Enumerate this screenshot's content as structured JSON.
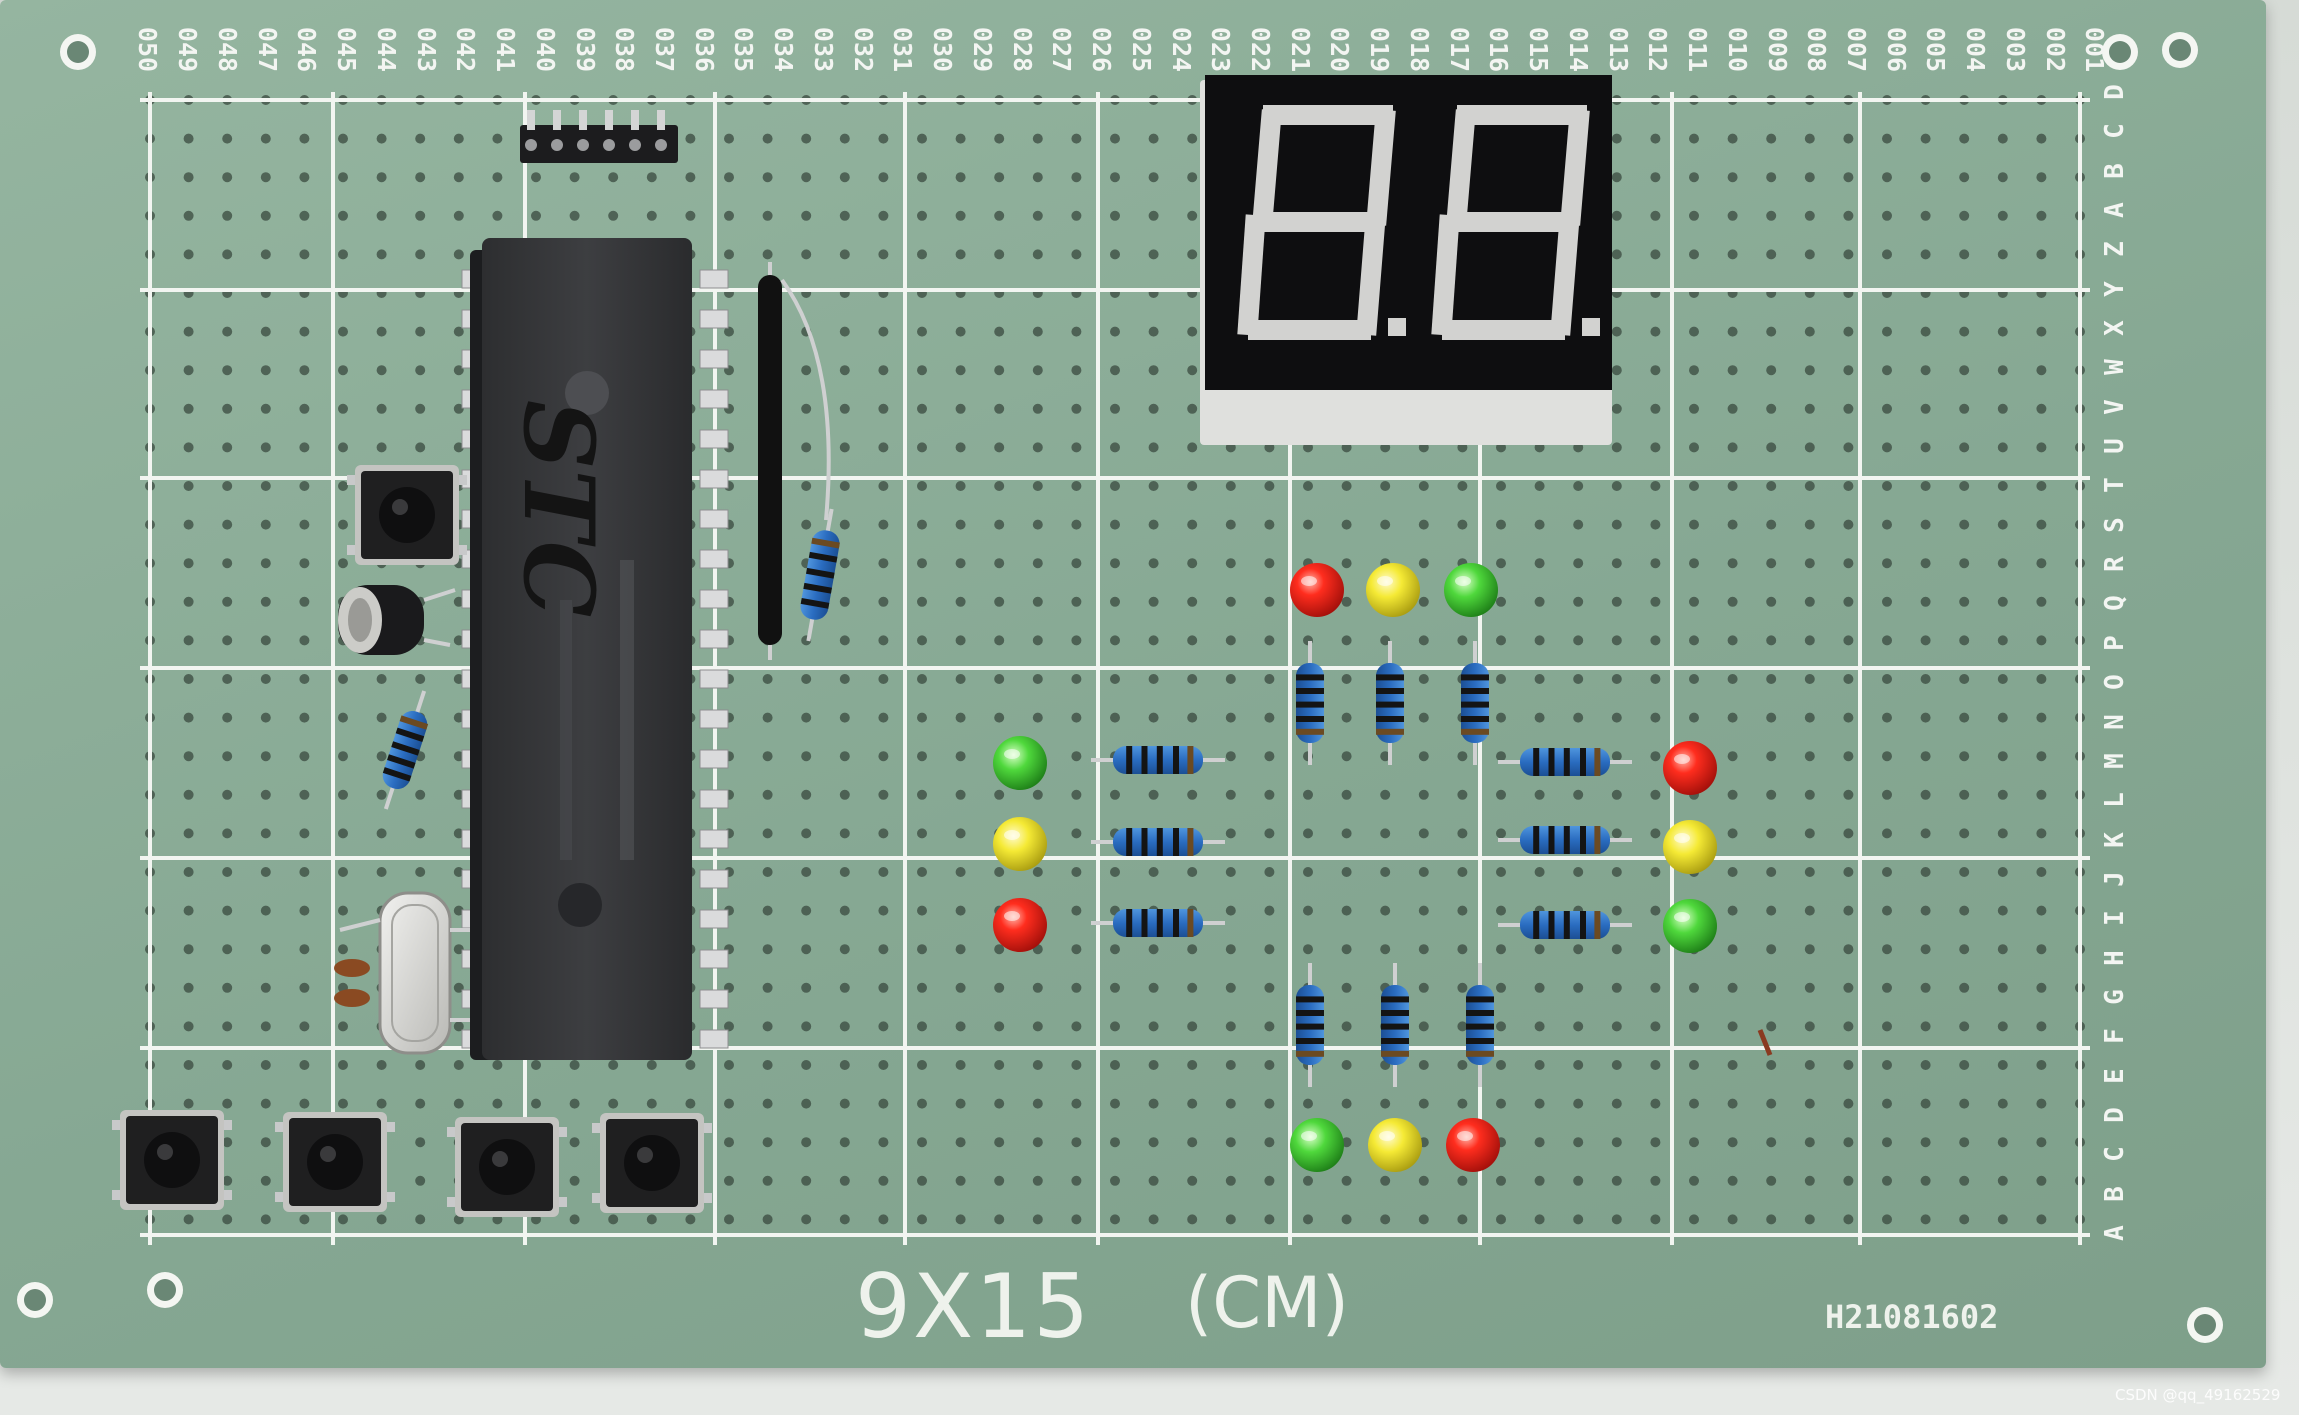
{
  "board": {
    "size_mark": "9X15",
    "unit_mark": "(CM)",
    "serial": "H21081602",
    "column_labels": [
      "050",
      "049",
      "048",
      "047",
      "046",
      "045",
      "044",
      "043",
      "042",
      "041",
      "040",
      "039",
      "038",
      "037",
      "036",
      "035",
      "034",
      "033",
      "032",
      "031",
      "030",
      "029",
      "028",
      "027",
      "026",
      "025",
      "024",
      "023",
      "022",
      "021",
      "020",
      "019",
      "018",
      "017",
      "016",
      "015",
      "014",
      "013",
      "012",
      "011",
      "010",
      "009",
      "008",
      "007",
      "006",
      "005",
      "004",
      "003",
      "002",
      "001"
    ],
    "row_labels": [
      "A",
      "B",
      "C",
      "D",
      "E",
      "F",
      "G",
      "H",
      "I",
      "J",
      "K",
      "L",
      "M",
      "N",
      "O",
      "P",
      "Q",
      "R",
      "S",
      "T",
      "U",
      "V",
      "W",
      "X",
      "Y",
      "Z",
      "A",
      "B",
      "C",
      "D"
    ]
  },
  "mcu": {
    "brand": "STC"
  },
  "display": {
    "type": "two-digit seven-segment",
    "digits": 2
  },
  "leds": {
    "groups": [
      "north",
      "west",
      "east",
      "south"
    ],
    "colors": {
      "red": "#e61e16",
      "yellow": "#efe22a",
      "green": "#43d33a"
    }
  },
  "watermark": "CSDN @qq_49162529"
}
